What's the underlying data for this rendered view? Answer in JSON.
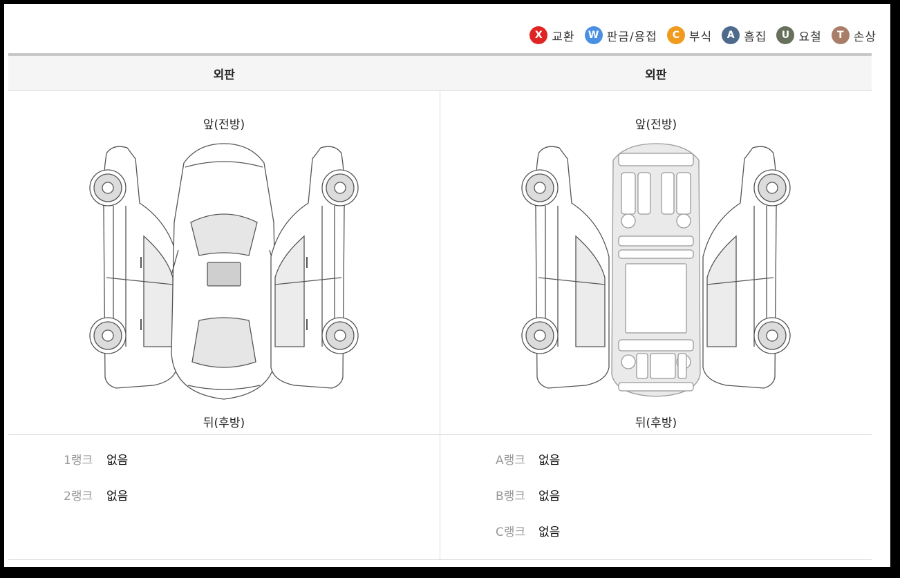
{
  "legend": [
    {
      "code": "X",
      "label": "교환",
      "color": "#e02424"
    },
    {
      "code": "W",
      "label": "판금/용접",
      "color": "#4a90e2"
    },
    {
      "code": "C",
      "label": "부식",
      "color": "#f09a1e"
    },
    {
      "code": "A",
      "label": "흠집",
      "color": "#4e6a8c"
    },
    {
      "code": "U",
      "label": "요철",
      "color": "#66705a"
    },
    {
      "code": "T",
      "label": "손상",
      "color": "#a97e68"
    }
  ],
  "headers": [
    "외판",
    "외판"
  ],
  "panels": [
    {
      "front": "앞(전방)",
      "rear": "뒤(후방)"
    },
    {
      "front": "앞(전방)",
      "rear": "뒤(후방)"
    }
  ],
  "ranks_left": [
    {
      "name": "1랭크",
      "value": "없음"
    },
    {
      "name": "2랭크",
      "value": "없음"
    }
  ],
  "ranks_right": [
    {
      "name": "A랭크",
      "value": "없음"
    },
    {
      "name": "B랭크",
      "value": "없음"
    },
    {
      "name": "C랭크",
      "value": "없음"
    }
  ]
}
